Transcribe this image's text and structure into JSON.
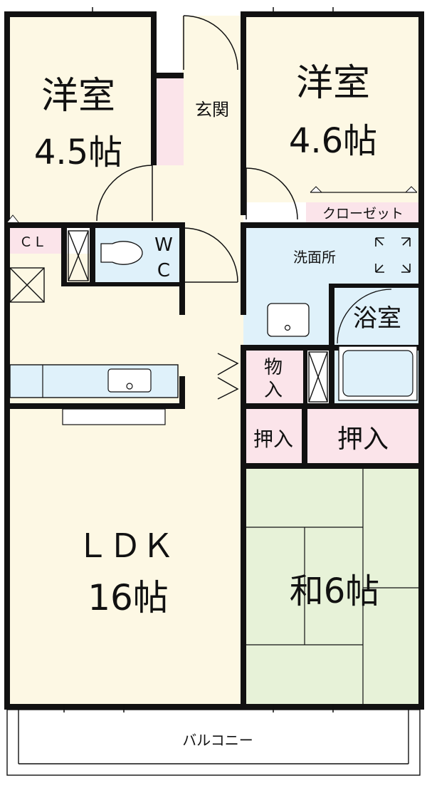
{
  "rooms": {
    "western_room_left": {
      "name": "洋室",
      "size": "4.5帖"
    },
    "western_room_right": {
      "name": "洋室",
      "size": "4.6帖"
    },
    "entrance": "玄関",
    "closet_right": "クローゼット",
    "closet_left": "ＣＬ",
    "toilet": {
      "w": "W",
      "c": "C"
    },
    "washroom": "洗面所",
    "bathroom": "浴室",
    "storage": {
      "top": "物",
      "bottom": "入"
    },
    "oshiire_small": "押入",
    "oshiire_large": "押入",
    "ldk": {
      "name": "ＬＤＫ",
      "size": "16帖"
    },
    "japanese_room": "和6帖",
    "balcony": "バルコニー"
  },
  "colors": {
    "floor": "#fdf8e4",
    "tatami": "#e7f2d8",
    "water": "#dff1fa",
    "closet_pink": "#fbe4ea",
    "wall": "#111111"
  }
}
